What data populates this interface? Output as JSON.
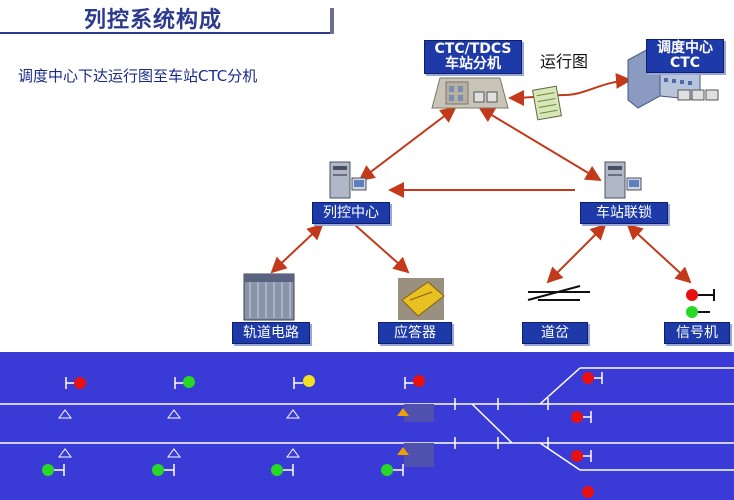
{
  "title": "列控系统构成",
  "subtitle": "调度中心下达运行图至车站CTC分机",
  "nodes": {
    "ctc_tdcs": [
      "CTC/TDCS",
      "车站分机"
    ],
    "dispatch": [
      "调度中心",
      "CTC"
    ],
    "train_control_center": "列控中心",
    "interlocking": "车站联锁",
    "track_circuit": "轨道电路",
    "transponder": "应答器",
    "switch": "道岔",
    "signal": "信号机"
  },
  "edge_label": "运行图",
  "colors": {
    "arrow": "#c23a1a",
    "label_bg": "#1e3aa8",
    "track_panel": "#3a3ad6",
    "signal_red": "#e81010",
    "signal_green": "#27d827",
    "signal_yellow": "#f0e020",
    "transponder_marker": "#f0a000"
  }
}
